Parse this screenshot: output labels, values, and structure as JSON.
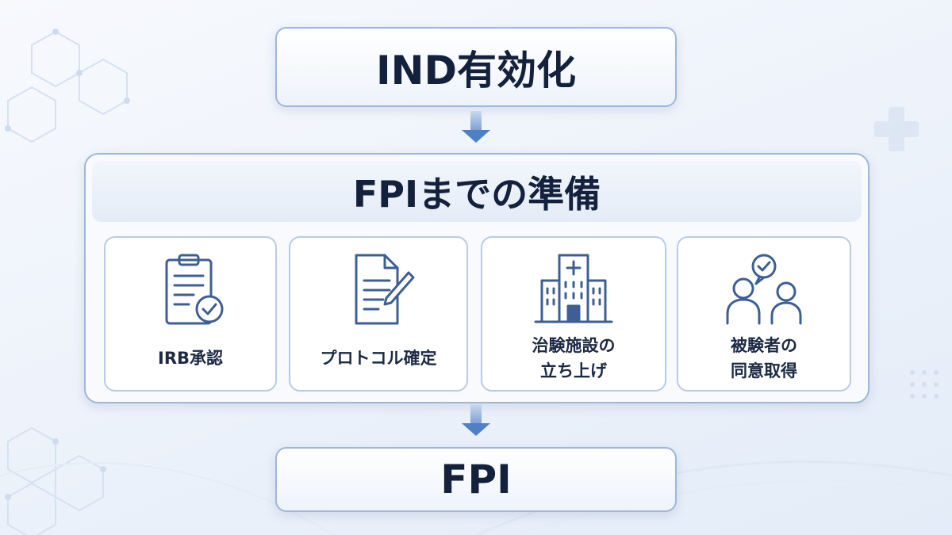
{
  "flow": {
    "top_box": "IND有効化",
    "prep": {
      "title": "FPIまでの準備",
      "steps": [
        {
          "label": "IRB承認",
          "icon": "clipboard-check-icon"
        },
        {
          "label": "プロトコル確定",
          "icon": "document-pen-icon"
        },
        {
          "label": "治験施設の\n立ち上げ",
          "icon": "hospital-icon"
        },
        {
          "label": "被験者の\n同意取得",
          "icon": "people-consent-icon"
        }
      ]
    },
    "bottom_box": "FPI"
  },
  "colors": {
    "accent": "#4f7fc6",
    "icon_stroke": "#3d5f94",
    "text": "#14213d",
    "border": "#9fb6d9"
  }
}
